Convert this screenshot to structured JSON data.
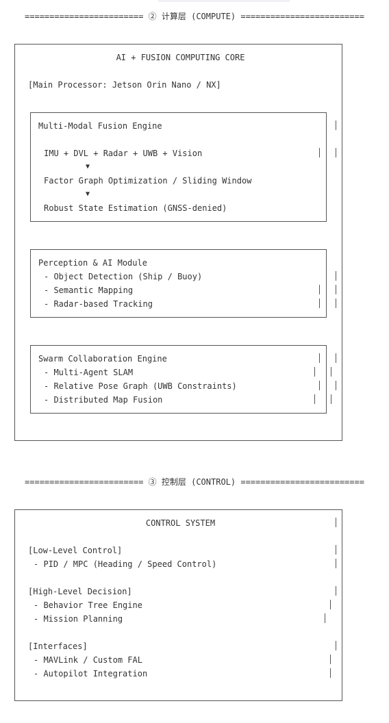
{
  "compute_layer": {
    "banner": "======================== ② 计算层 (COMPUTE) =========================",
    "core_title": "AI + FUSION COMPUTING CORE",
    "main_processor": "[Main Processor: Jetson Orin Nano / NX]",
    "fusion_engine": {
      "title": "Multi-Modal Fusion Engine",
      "step1": "IMU + DVL + Radar + UWB + Vision",
      "step2": "Factor Graph Optimization / Sliding Window",
      "step3": "Robust State Estimation (GNSS-denied)",
      "arrow": "▼"
    },
    "perception_module": {
      "title": "Perception & AI Module",
      "items": [
        "- Object Detection (Ship / Buoy)",
        "- Semantic Mapping",
        "- Radar-based Tracking"
      ]
    },
    "swarm_engine": {
      "title": "Swarm Collaboration Engine",
      "items": [
        "- Multi-Agent SLAM",
        "- Relative Pose Graph (UWB Constraints)",
        "- Distributed Map Fusion"
      ]
    }
  },
  "control_layer": {
    "banner": "======================== ③ 控制层 (CONTROL) =========================",
    "title": "CONTROL SYSTEM",
    "low_level": {
      "heading": "[Low-Level Control]",
      "items": [
        "- PID / MPC (Heading / Speed Control)"
      ]
    },
    "high_level": {
      "heading": "[High-Level Decision]",
      "items": [
        "- Behavior Tree Engine",
        "- Mission Planning"
      ]
    },
    "interfaces": {
      "heading": "[Interfaces]",
      "items": [
        "- MAVLink / Custom FAL",
        "- Autopilot Integration"
      ]
    }
  }
}
